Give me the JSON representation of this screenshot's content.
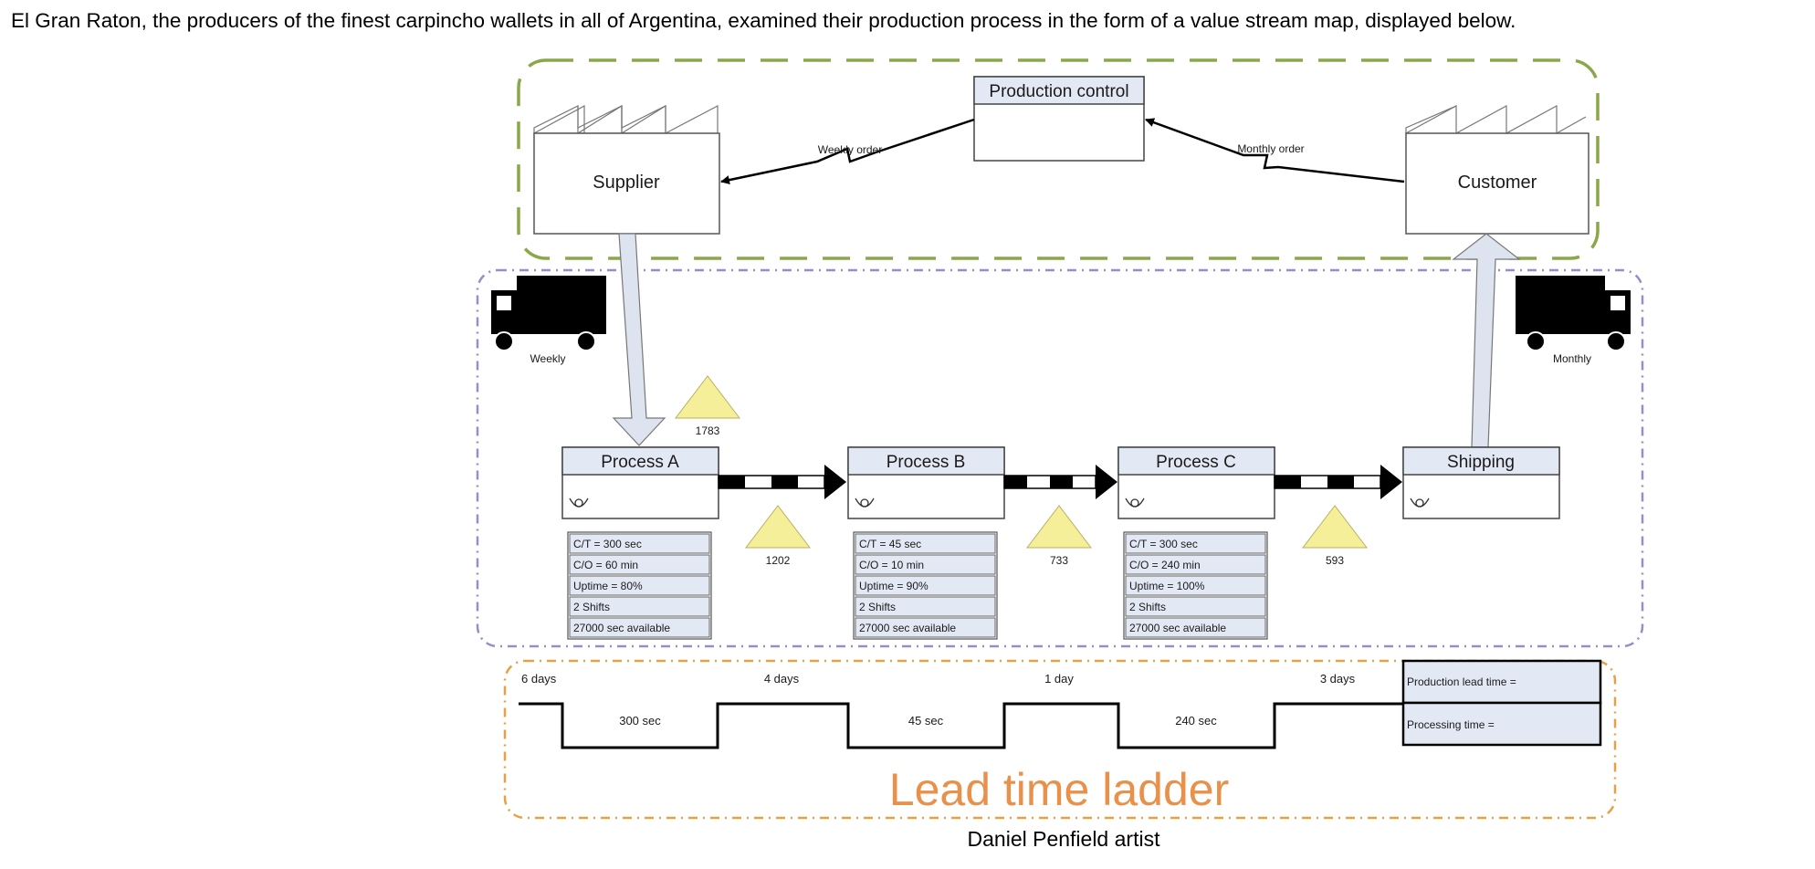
{
  "intro_text": "El Gran Raton, the producers of the finest carpincho wallets in all of Argentina, examined their production process in the form of a value stream map, displayed below.",
  "credit": "Daniel Penfield artist",
  "colors": {
    "external_border": "#8aa84a",
    "internal_border": "#9a8cc8",
    "ladder_border": "#e8a045",
    "box_header": "#e3e9f4",
    "inventory": "#f5ef9a",
    "push_arrow": "#dde3ef",
    "ladder_title": "#e8914a"
  },
  "production_control": {
    "label": "Production control"
  },
  "supplier": {
    "label": "Supplier"
  },
  "customer": {
    "label": "Customer"
  },
  "orders": {
    "supplier_order": "Weekly order",
    "customer_order": "Monthly order"
  },
  "shipments": {
    "supplier": "Weekly",
    "customer": "Monthly"
  },
  "processes": [
    {
      "name": "Process A",
      "data": [
        "C/T = 300 sec",
        "C/O = 60 min",
        "Uptime = 80%",
        "2 Shifts",
        "27000 sec available"
      ]
    },
    {
      "name": "Process B",
      "data": [
        "C/T = 45 sec",
        "C/O = 10 min",
        "Uptime = 90%",
        "2 Shifts",
        "27000 sec available"
      ]
    },
    {
      "name": "Process C",
      "data": [
        "C/T = 300 sec",
        "C/O = 240 min",
        "Uptime = 100%",
        "2 Shifts",
        "27000 sec available"
      ]
    },
    {
      "name": "Shipping",
      "data": []
    }
  ],
  "inventories": [
    "1783",
    "1202",
    "733",
    "593"
  ],
  "ladder": {
    "days": [
      "6 days",
      "4 days",
      "1 day",
      "3 days"
    ],
    "times": [
      "300 sec",
      "45 sec",
      "240 sec"
    ],
    "production_lead_time_label": "Production lead time =",
    "processing_time_label": "Processing time =",
    "title": "Lead time ladder"
  }
}
